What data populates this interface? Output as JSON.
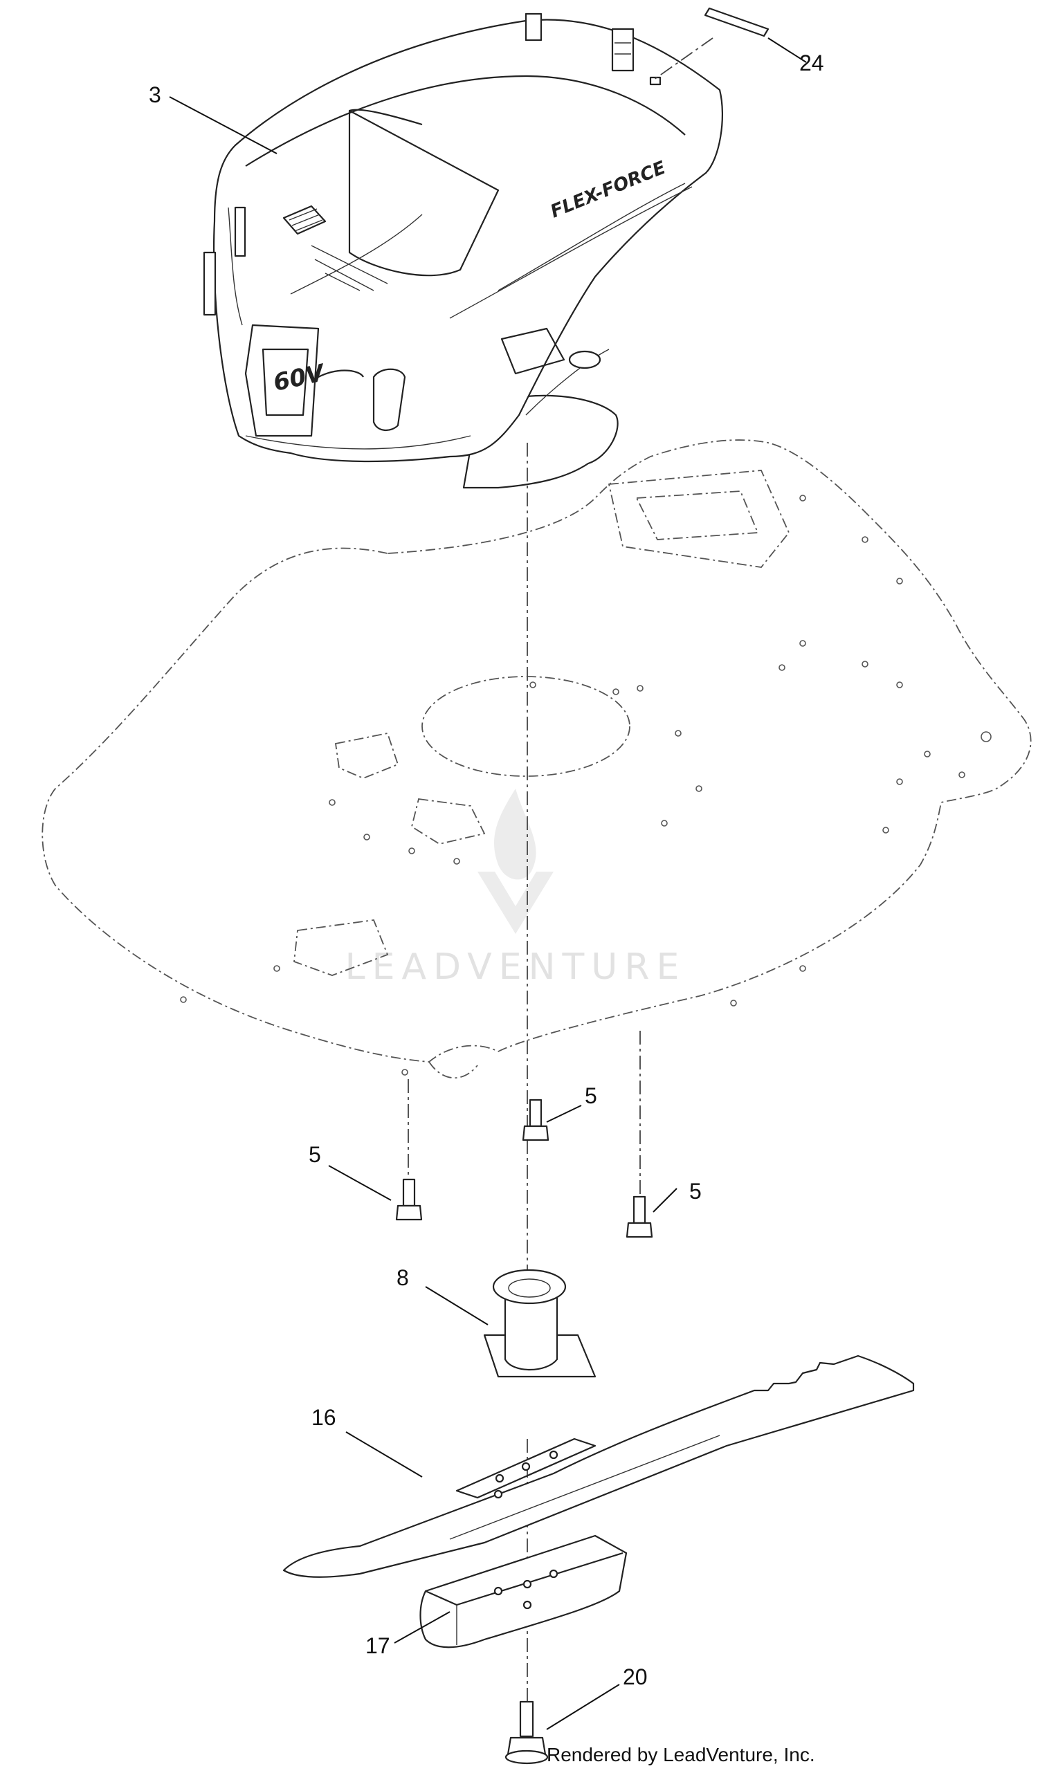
{
  "callouts": [
    {
      "id": "cover",
      "label": "3"
    },
    {
      "id": "decal",
      "label": "24"
    },
    {
      "id": "bolt-center",
      "label": "5"
    },
    {
      "id": "bolt-left",
      "label": "5"
    },
    {
      "id": "bolt-right",
      "label": "5"
    },
    {
      "id": "adapter",
      "label": "8"
    },
    {
      "id": "blade",
      "label": "16"
    },
    {
      "id": "blade-accelerator",
      "label": "17"
    },
    {
      "id": "blade-bolt",
      "label": "20"
    }
  ],
  "cover_brand": "FLEX-FORCE",
  "cover_badge": "60V",
  "watermark": "LEADVENTURE",
  "footer": "Rendered by LeadVenture, Inc.",
  "colors": {
    "line": "#222222",
    "watermark": "#e2e2e2",
    "background": "#ffffff"
  }
}
